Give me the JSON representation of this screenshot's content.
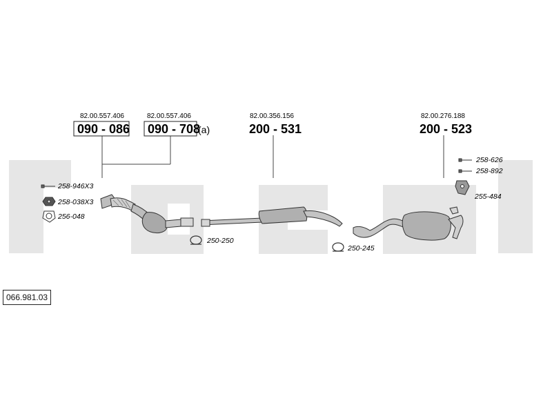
{
  "colors": {
    "watermark": "#e6e6e6",
    "line": "#444444",
    "pipe": "#b8b8b8",
    "text": "#111111"
  },
  "diagram_code": "066.981.03",
  "parts": [
    {
      "ref": "82.00.557.406",
      "part_no": "090 - 086",
      "icon": "front-pipe-icon"
    },
    {
      "ref": "82.00.557.406",
      "part_no": "090 - 708",
      "annotation": "(a)",
      "icon": "catalytic-converter-icon"
    },
    {
      "ref": "82.00.356.156",
      "part_no": "200 - 531",
      "icon": "middle-silencer-icon"
    },
    {
      "ref": "82.00.276.188",
      "part_no": "200 - 523",
      "icon": "rear-silencer-icon"
    }
  ],
  "accessories": {
    "bolt": "258-946X3",
    "nut": "258-038X3",
    "gasket": "256-048",
    "clamp_1": "250-250",
    "clamp_2": "250-245",
    "screw_1": "258-626",
    "screw_2": "258-892",
    "bracket": "255-484"
  }
}
